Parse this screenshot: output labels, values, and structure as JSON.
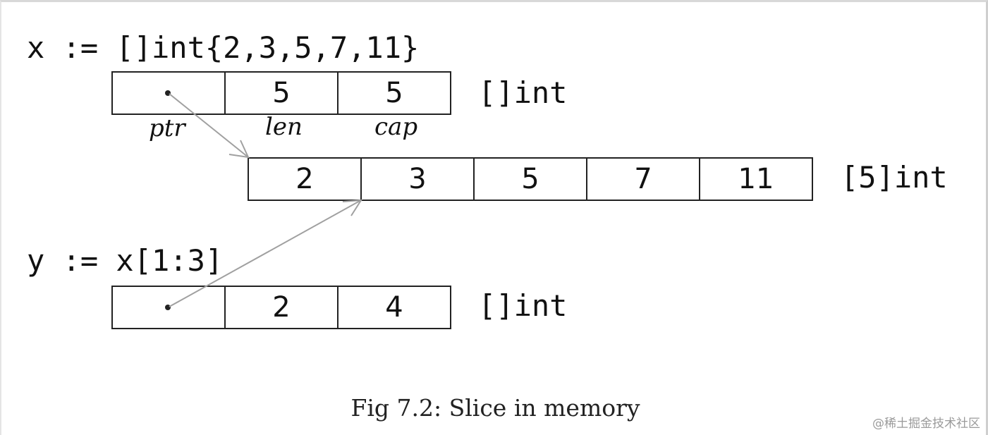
{
  "x_decl": "x := []int{2,3,5,7,11}",
  "x_header": {
    "cells": [
      "",
      "5",
      "5"
    ],
    "labels": [
      "ptr",
      "len",
      "cap"
    ],
    "type": "[]int"
  },
  "array": {
    "cells": [
      "2",
      "3",
      "5",
      "7",
      "11"
    ],
    "type": "[5]int"
  },
  "y_decl": "y := x[1:3]",
  "y_header": {
    "cells": [
      "",
      "2",
      "4"
    ],
    "type": "[]int"
  },
  "caption": "Fig 7.2: Slice in memory",
  "watermark": "@稀土掘金技术社区",
  "colors": {
    "arrow": "#a0a0a0",
    "border": "#222222",
    "text": "#111111"
  }
}
